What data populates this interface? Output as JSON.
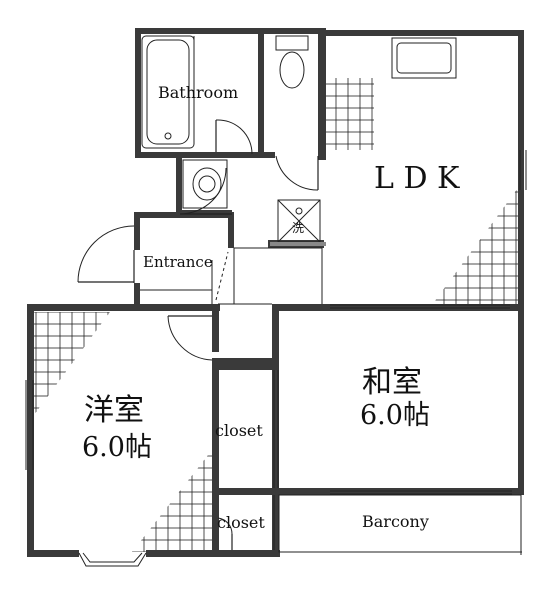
{
  "rooms": {
    "bathroom": "Bathroom",
    "entrance": "Entrance",
    "ldk": "L D K",
    "washitsu": "和室",
    "washitsu_size": "6.0帖",
    "youshitsu": "洋室",
    "youshitsu_size": "6.0帖",
    "closet_upper": "closet",
    "closet_lower": "closet",
    "balcony": "Barcony",
    "washer_mark": "洗"
  },
  "colors": {
    "wall": "#3a3a3a",
    "line": "#222222",
    "background": "#ffffff"
  }
}
